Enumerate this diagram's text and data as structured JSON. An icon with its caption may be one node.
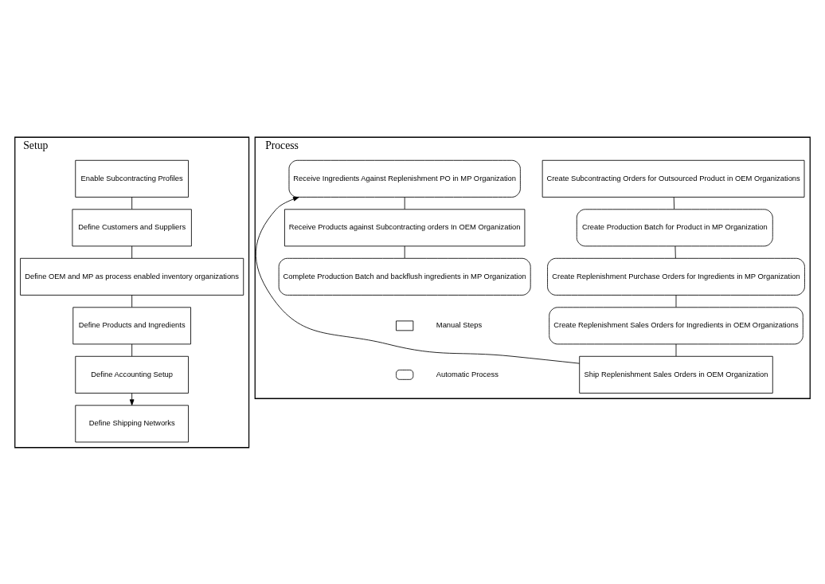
{
  "diagram": {
    "nodes": [
      {
        "text": [
          "Setup"
        ]
      },
      {
        "text": [
          "Enable Subcontracting Profiles"
        ],
        "in": 0
      },
      {
        "text": [
          "Define Customers and Suppliers"
        ],
        "in": 0
      },
      {
        "text": [
          "Define OEM and MP as process enabled inventory organizations"
        ],
        "in": 0
      },
      {
        "text": [
          "Define Products and Ingredients"
        ],
        "in": 0
      },
      {
        "text": [
          "Define Accounting Setup"
        ],
        "in": 0
      },
      {
        "text": [
          "Define Shipping Networks"
        ],
        "in": 0
      },
      {
        "text": [
          "Process"
        ]
      },
      {
        "text": [
          "Create Subcontracting Orders for Outsourced Product in OEM Organizations"
        ],
        "in": 7
      },
      {
        "text": [
          "Create Production Batch for Product in MP Organization"
        ],
        "in": 7
      },
      {
        "text": [
          "Create Replenishment Purchase Orders for Ingredients in MP Organization"
        ],
        "in": 7
      },
      {
        "text": [
          "Create Replenishment Sales Orders for Ingredients in OEM Organizations"
        ],
        "in": 7
      },
      {
        "text": [
          "Ship Replenishment Sales Orders in OEM Organization"
        ],
        "in": 7
      },
      {
        "text": [
          "Receive Ingredients Against Replenishment PO in MP Organization"
        ],
        "in": 7
      },
      {
        "text": [
          "Receive Products against Subcontracting orders In OEM Organization"
        ],
        "in": 7
      },
      {
        "text": [
          "Complete Production Batch and backflush ingredients in MP Organization"
        ],
        "in": 7
      }
    ],
    "edges": [
      {
        "from": 1,
        "to": 2,
        "arrow": "none"
      },
      {
        "from": 2,
        "to": 3,
        "arrow": "none"
      },
      {
        "from": 3,
        "to": 4,
        "arrow": "none"
      },
      {
        "from": 4,
        "to": 5,
        "arrow": "none"
      },
      {
        "from": 5,
        "to": 6,
        "arrow": "to"
      },
      {
        "from": 8,
        "to": 9,
        "arrow": "none"
      },
      {
        "from": 9,
        "to": 10,
        "arrow": "none"
      },
      {
        "from": 10,
        "to": 11,
        "arrow": "none"
      },
      {
        "from": 11,
        "to": 12,
        "arrow": "none"
      },
      {
        "from": 12,
        "to": 13,
        "arrow": "to"
      },
      {
        "from": 13,
        "to": 14,
        "arrow": "none"
      },
      {
        "from": 14,
        "to": 15,
        "arrow": "none"
      }
    ],
    "legend": [
      {
        "text": "Manual Steps"
      },
      {
        "text": "Automatic Process"
      }
    ]
  }
}
